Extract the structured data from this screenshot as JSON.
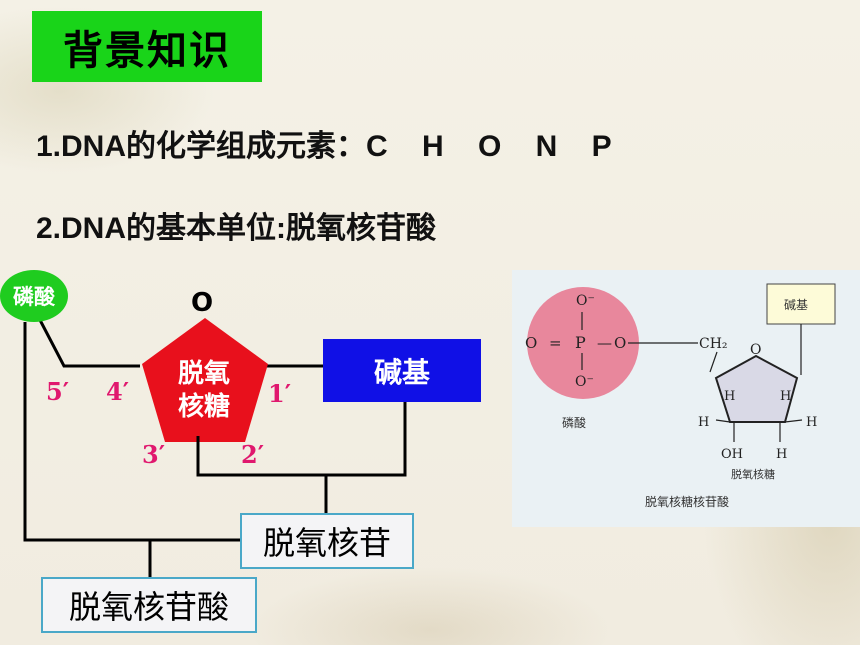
{
  "title": "背景知识",
  "line1": {
    "prefix": "1.DNA的化学组成元素：",
    "elements": "C H O N P"
  },
  "line2": "2.DNA的基本单位:脱氧核苷酸",
  "diagram": {
    "phosphate": "磷酸",
    "oxygen": "O",
    "sugar_line1": "脱氧",
    "sugar_line2": "核糖",
    "base": "碱基",
    "positions": [
      "5′",
      "4′",
      "1′",
      "3′",
      "2′"
    ],
    "nucleoside": "脱氧核苷",
    "nucleotide": "脱氧核苷酸"
  },
  "figure": {
    "phosphate_label": "磷酸",
    "base_label": "碱基",
    "sugar_label": "脱氧核糖",
    "caption": "脱氧核糖核苷酸",
    "atoms": {
      "O": "O",
      "P": "P",
      "CH2": "CH₂",
      "H": "H",
      "OH": "OH",
      "Ominus": "O⁻"
    }
  },
  "colors": {
    "title_bg": "#19d419",
    "phosphate": "#1fcc1f",
    "sugar": "#e8101c",
    "base": "#1010e6",
    "position_num": "#e0186e",
    "figure_phos": "#e8879c"
  }
}
